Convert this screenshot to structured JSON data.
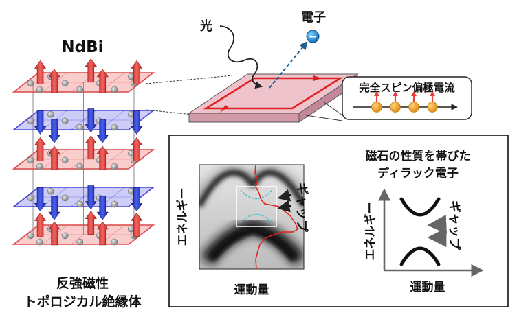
{
  "crystal": {
    "formula": "NdBi",
    "caption_line1": "反強磁性",
    "caption_line2": "トポロジカル絶縁体"
  },
  "surface": {
    "light_label": "光",
    "electron_label": "電子",
    "electron_symbol": "−",
    "current_label": "完全スピン偏極電流"
  },
  "arpes": {
    "ylabel": "エネルギー",
    "xlabel": "運動量",
    "gap_label": "ギャップ"
  },
  "schematic": {
    "title_line1": "磁石の性質を帯びた",
    "title_line2": "ディラック電子",
    "ylabel": "エネルギー",
    "xlabel": "運動量",
    "gap_label": "ギャップ"
  },
  "colors": {
    "spin_up": "#e8413c",
    "spin_down": "#2b3bd6",
    "red_layer": "#f07070",
    "blue_layer": "#7070e8",
    "atom": "#a8a8a8",
    "electron": "#1e8fd8",
    "spin_ball": "#f0a020",
    "slab_top": "#eec3cc",
    "edge_current": "#e02020",
    "dirac_cyan": "#39c0c8",
    "edc_red": "#e02020"
  }
}
